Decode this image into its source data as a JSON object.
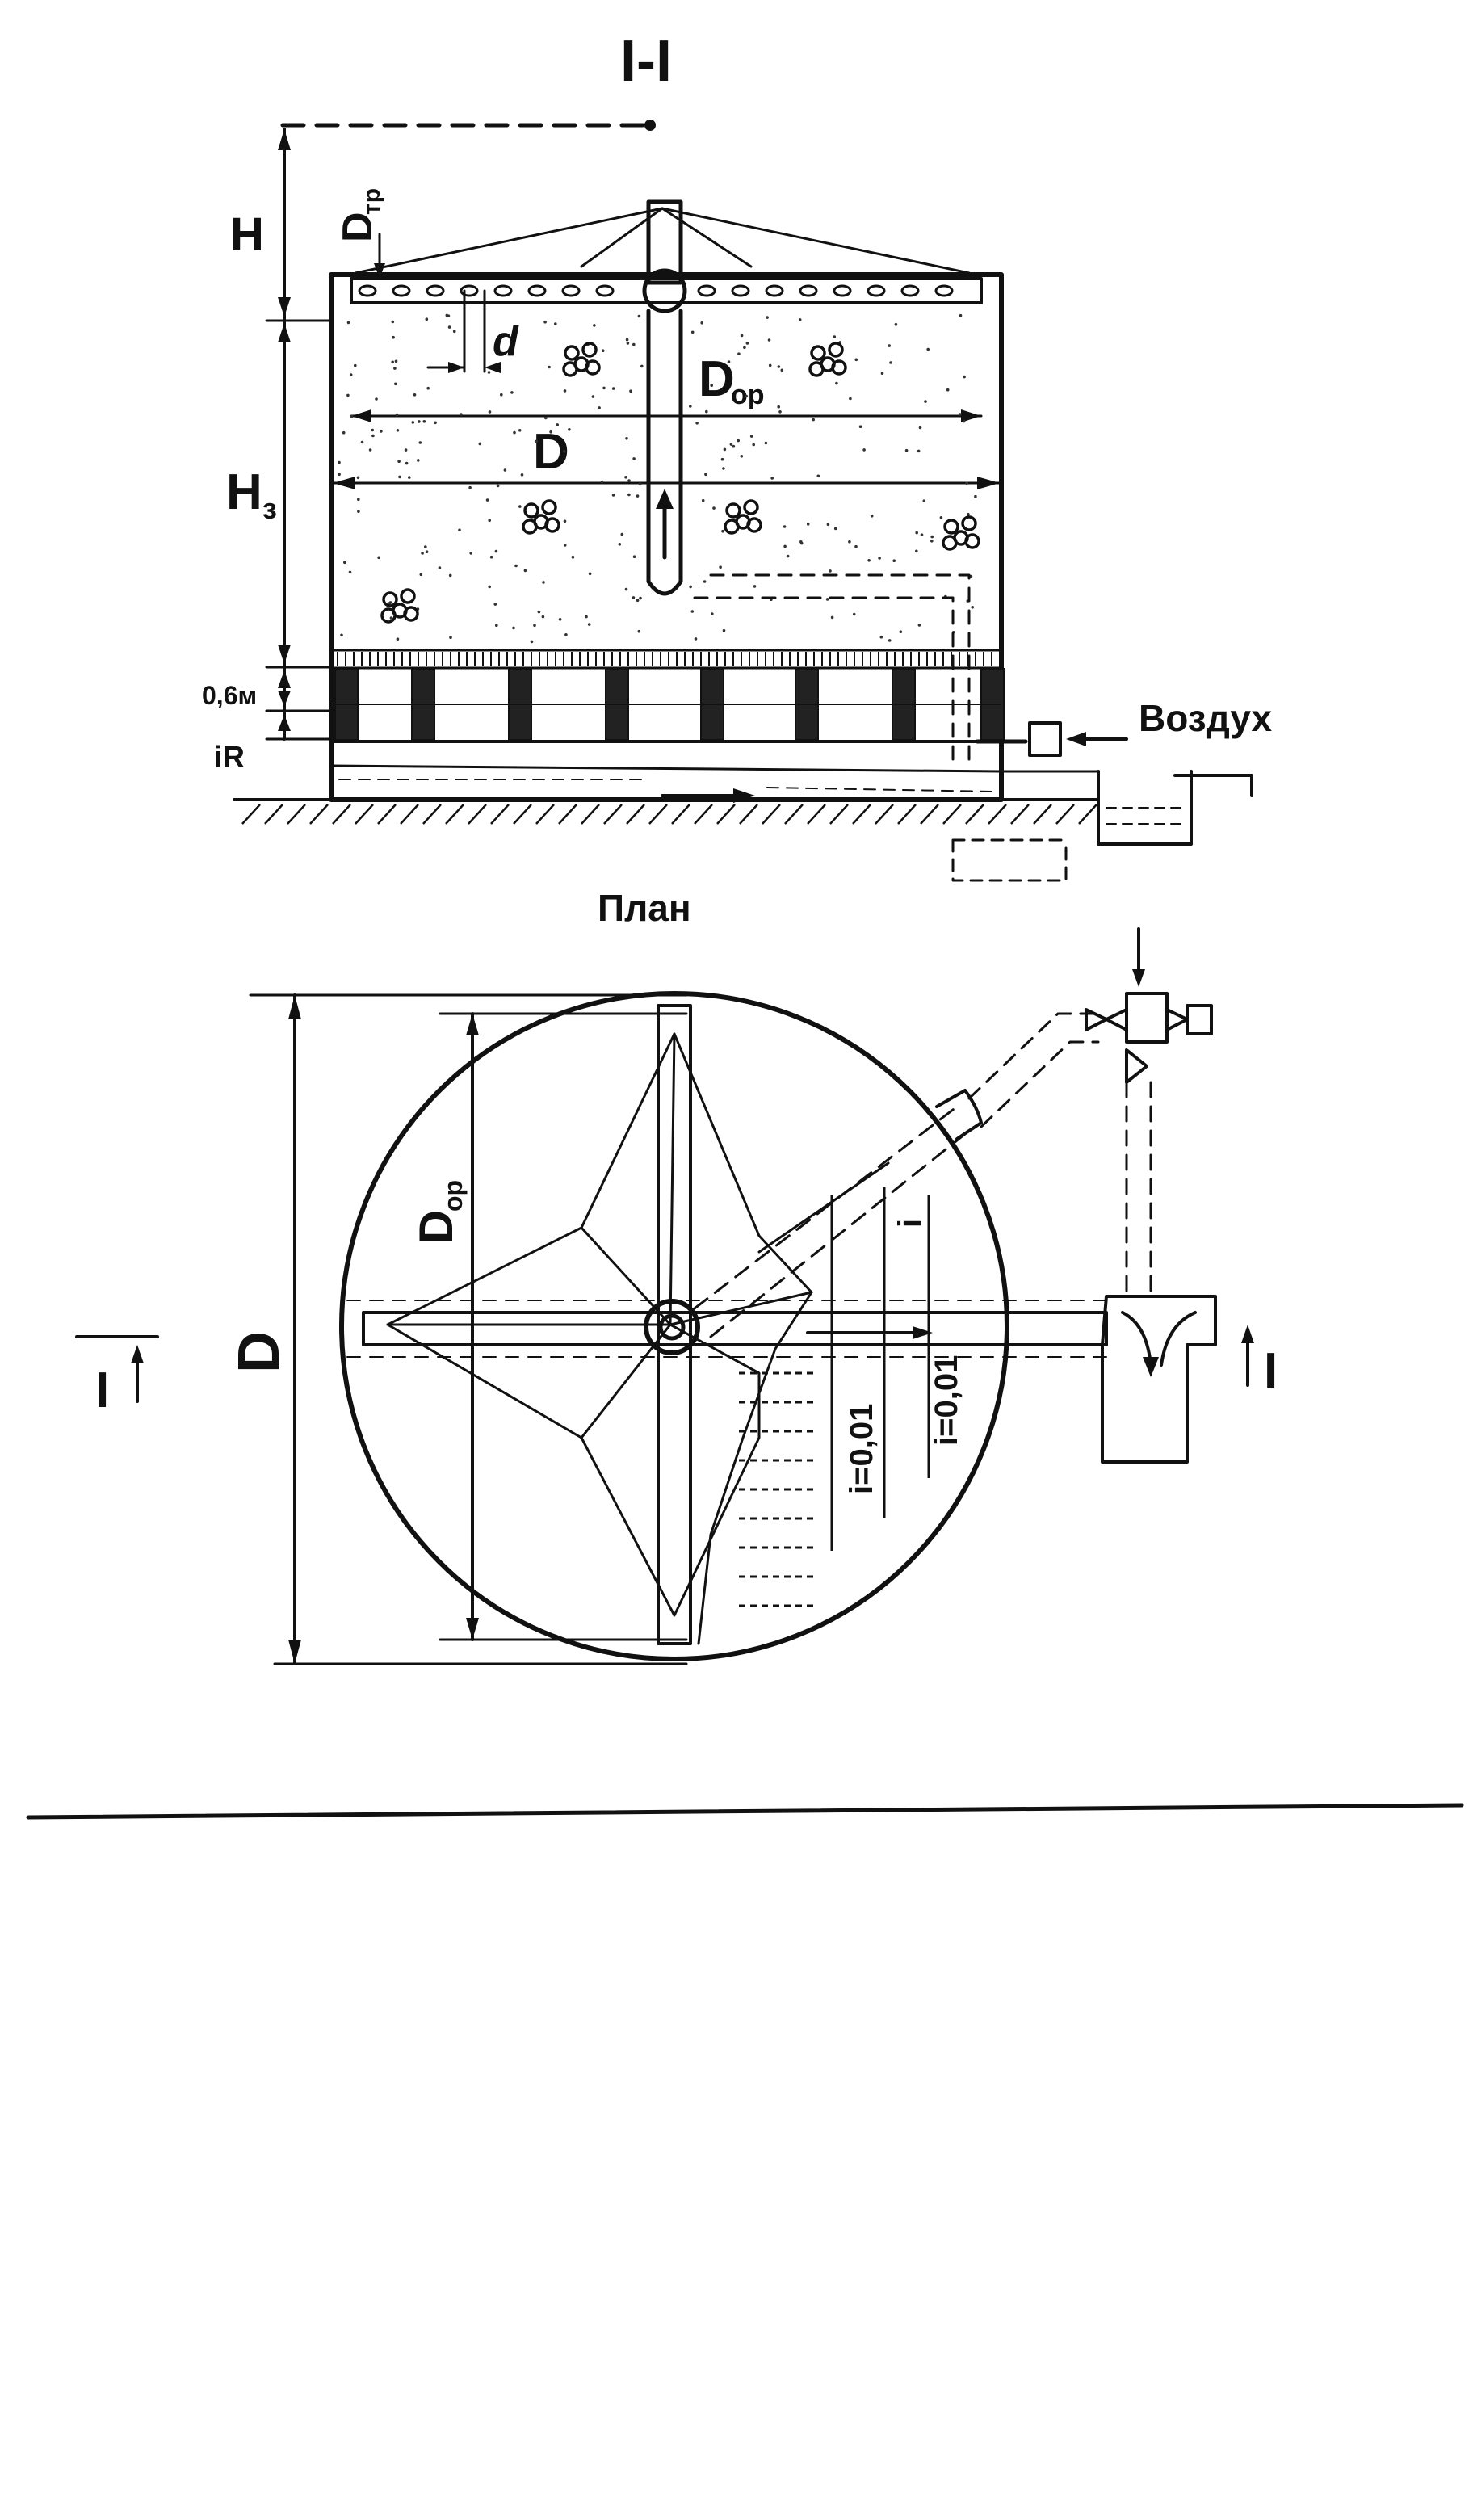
{
  "section_title": "I-I",
  "plan_title": "План",
  "labels": {
    "height_top": "H",
    "pipe_diameter": "D",
    "pipe_diameter_sub": "тр",
    "hole_diameter": "d",
    "sprinkler_diameter": "D",
    "sprinkler_diameter_sub": "ор",
    "tank_diameter": "D",
    "load_height": "H",
    "load_height_sub": "з",
    "drainage_height": "0,6м",
    "slope": "iR",
    "air_label": "Воздух",
    "plan_diameter": "D",
    "plan_sprinkler": "D",
    "plan_sprinkler_sub": "ор",
    "section_mark_left": "I",
    "section_mark_right": "I",
    "slope_label_1": "i=0,01",
    "slope_label_2": "i=0,01",
    "slope_label_3": "i"
  }
}
